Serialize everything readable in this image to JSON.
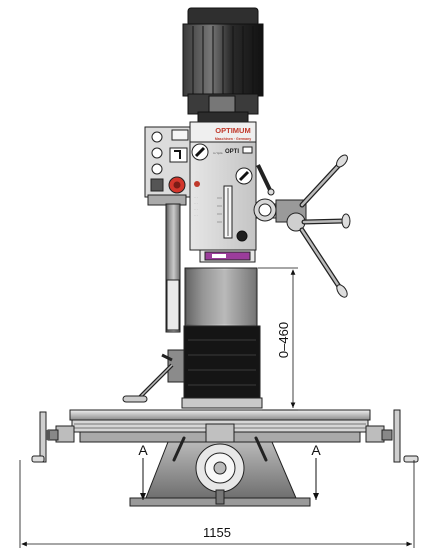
{
  "labels": {
    "brand_main": "OPTIMUM",
    "brand_sub": "Maschinen · Germany",
    "logo_small": "OPTI",
    "section_left": "A",
    "section_right": "A",
    "height_range": "0–460",
    "base_width": "1155"
  },
  "colors": {
    "line": "#1a1a1a",
    "body_light": "#d8d8d8",
    "body_mid": "#a9a9a9",
    "body_dark": "#5a5a5a",
    "motor": "#2a2a2a",
    "red_button": "#d3362c",
    "purple_band": "#9b3d9b"
  }
}
